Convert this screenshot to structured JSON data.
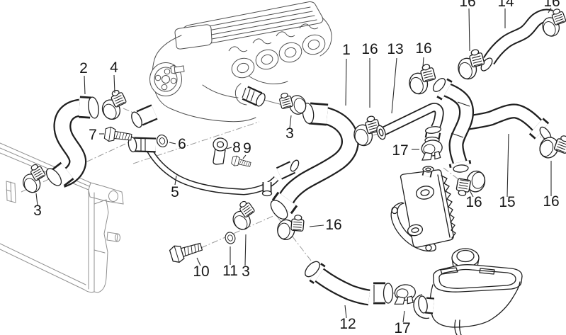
{
  "diagram": {
    "background_color": "#ffffff",
    "line_color": "#1f1f1f",
    "secondary_line_color": "#8f8f8f",
    "callouts": [
      {
        "label": "2"
      },
      {
        "label": "4"
      },
      {
        "label": "7"
      },
      {
        "label": "6"
      },
      {
        "label": "8"
      },
      {
        "label": "9"
      },
      {
        "label": "5"
      },
      {
        "label": "3"
      },
      {
        "label": "1"
      },
      {
        "label": "16"
      },
      {
        "label": "13"
      },
      {
        "label": "16"
      },
      {
        "label": "3"
      },
      {
        "label": "17"
      },
      {
        "label": "16"
      },
      {
        "label": "15"
      },
      {
        "label": "16"
      },
      {
        "label": "10"
      },
      {
        "label": "11"
      },
      {
        "label": "3"
      },
      {
        "label": "16"
      },
      {
        "label": "12"
      },
      {
        "label": "17"
      },
      {
        "label": "16"
      },
      {
        "label": "14"
      },
      {
        "label": "16"
      }
    ]
  }
}
